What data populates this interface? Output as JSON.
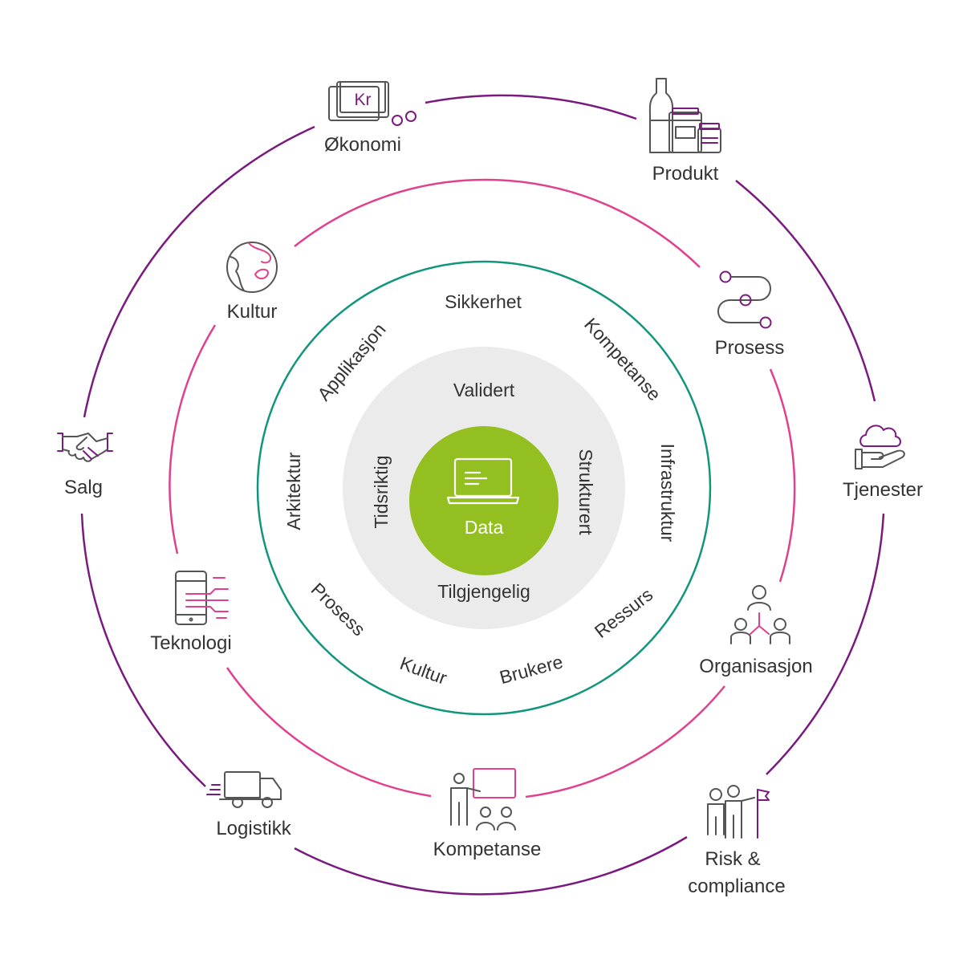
{
  "colors": {
    "outer_ring": "#7a1a7e",
    "middle_ring": "#e0408e",
    "inner_ring": "#11957d",
    "quality_disc": "#ebebeb",
    "core": "#93c020",
    "text": "#333333",
    "icon_grey": "#555555"
  },
  "core": {
    "label": "Data",
    "icon": "laptop-icon"
  },
  "quality_ring": {
    "top": "Validert",
    "right": "Strukturert",
    "bottom": "Tilgjengelig",
    "left": "Tidsriktig"
  },
  "inner_ring": {
    "items": [
      "Sikkerhet",
      "Kompetanse",
      "Infrastruktur",
      "Ressurs",
      "Brukere",
      "Kultur",
      "Prosess",
      "Arkitektur",
      "Applikasjon"
    ]
  },
  "middle_ring": {
    "items": [
      {
        "label": "Kultur",
        "icon": "globe-icon"
      },
      {
        "label": "Prosess",
        "icon": "process-path-icon"
      },
      {
        "label": "Organisasjon",
        "icon": "org-chart-icon"
      },
      {
        "label": "Kompetanse",
        "icon": "presentation-icon"
      },
      {
        "label": "Teknologi",
        "icon": "smartphone-icon"
      }
    ]
  },
  "outer_ring": {
    "items": [
      {
        "label": "Økonomi",
        "icon": "currency-kr-icon",
        "icon_text": "Kr"
      },
      {
        "label": "Produkt",
        "icon": "products-icon"
      },
      {
        "label": "Tjenester",
        "icon": "cloud-hand-icon"
      },
      {
        "label_line1": "Risk &",
        "label_line2": "compliance",
        "icon": "people-flag-icon"
      },
      {
        "label": "Logistikk",
        "icon": "truck-icon"
      },
      {
        "label": "Salg",
        "icon": "handshake-icon"
      }
    ]
  }
}
